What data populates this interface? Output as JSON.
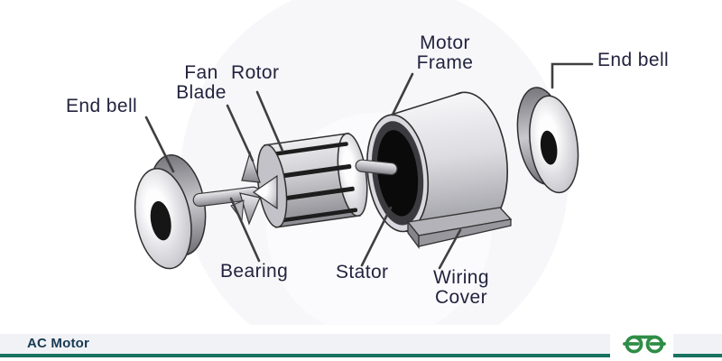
{
  "diagram": {
    "labels": {
      "end_bell_left": "End bell",
      "fan_blade": "Fan\nBlade",
      "rotor": "Rotor",
      "motor_frame": "Motor\nFrame",
      "end_bell_right": "End bell",
      "bearing": "Bearing",
      "stator": "Stator",
      "wiring_cover": "Wiring\nCover"
    },
    "parts": [
      "end-bell-left",
      "shaft",
      "fan-blade",
      "rotor",
      "motor-frame",
      "stator",
      "wiring-cover",
      "end-bell-right"
    ],
    "colors": {
      "label_text": "#23233f",
      "leader_line": "#3f3f3f"
    }
  },
  "footer": {
    "title": "AC Motor",
    "logo": "geeksforgeeks-logo",
    "colors": {
      "bar": "#f1f2f6",
      "line": "#17735f",
      "title_text": "#173952",
      "logo_green": "#2f8d46"
    }
  }
}
